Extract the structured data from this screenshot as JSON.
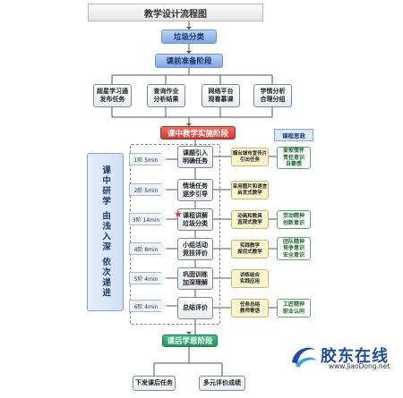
{
  "title": "教学设计流程图",
  "top_box": "垃圾分类",
  "pre_stage": "课前准备阶段",
  "prep_items": [
    "超星学习通\n发布任务",
    "查询作业\n分析结果",
    "网络平台\n观看慕课",
    "学情分析\n合理分组"
  ],
  "in_class": "课中教学实施阶段",
  "ideology_title": "课程思政",
  "side_text": "课中研学 由浅入深 依次递进",
  "stages": [
    "1阶 5min",
    "2阶 5min",
    "3阶 14min",
    "4阶 8min",
    "5阶 4min",
    "6阶 4min"
  ],
  "steps": [
    "课题引入\n明确任务",
    "情境任务\n逐步引导",
    "课程讲解\n垃圾分类",
    "小组活动\n竞技评价",
    "巩固训练\n加深理解",
    "总结评价"
  ],
  "methods": [
    "烟台城市宣传片\n引出任务",
    "采用图片和语言\n启发式教学",
    "动画和教具\n直观式教学",
    "实践教学\n探究式教学",
    "讲练结合\n实践应用",
    "任务总结\n教师寄语"
  ],
  "ideology": [
    "爱家情怀\n责任意识\n自豪感",
    "劳动精神\n创新意识",
    "团队精神\n竞争意识\n安全意识",
    "工匠精神\n职业认同"
  ],
  "post_stage": "课后学思阶段",
  "post_items": [
    "下发课后任务",
    "多元评价成绩"
  ],
  "watermark": {
    "name": "胶东在线",
    "url": "www.JiaoDong.net"
  },
  "colors": {
    "blue": "#8fb3ea",
    "red": "#e0483d",
    "green": "#2aa86a",
    "yellow": "#fbf5cf"
  }
}
